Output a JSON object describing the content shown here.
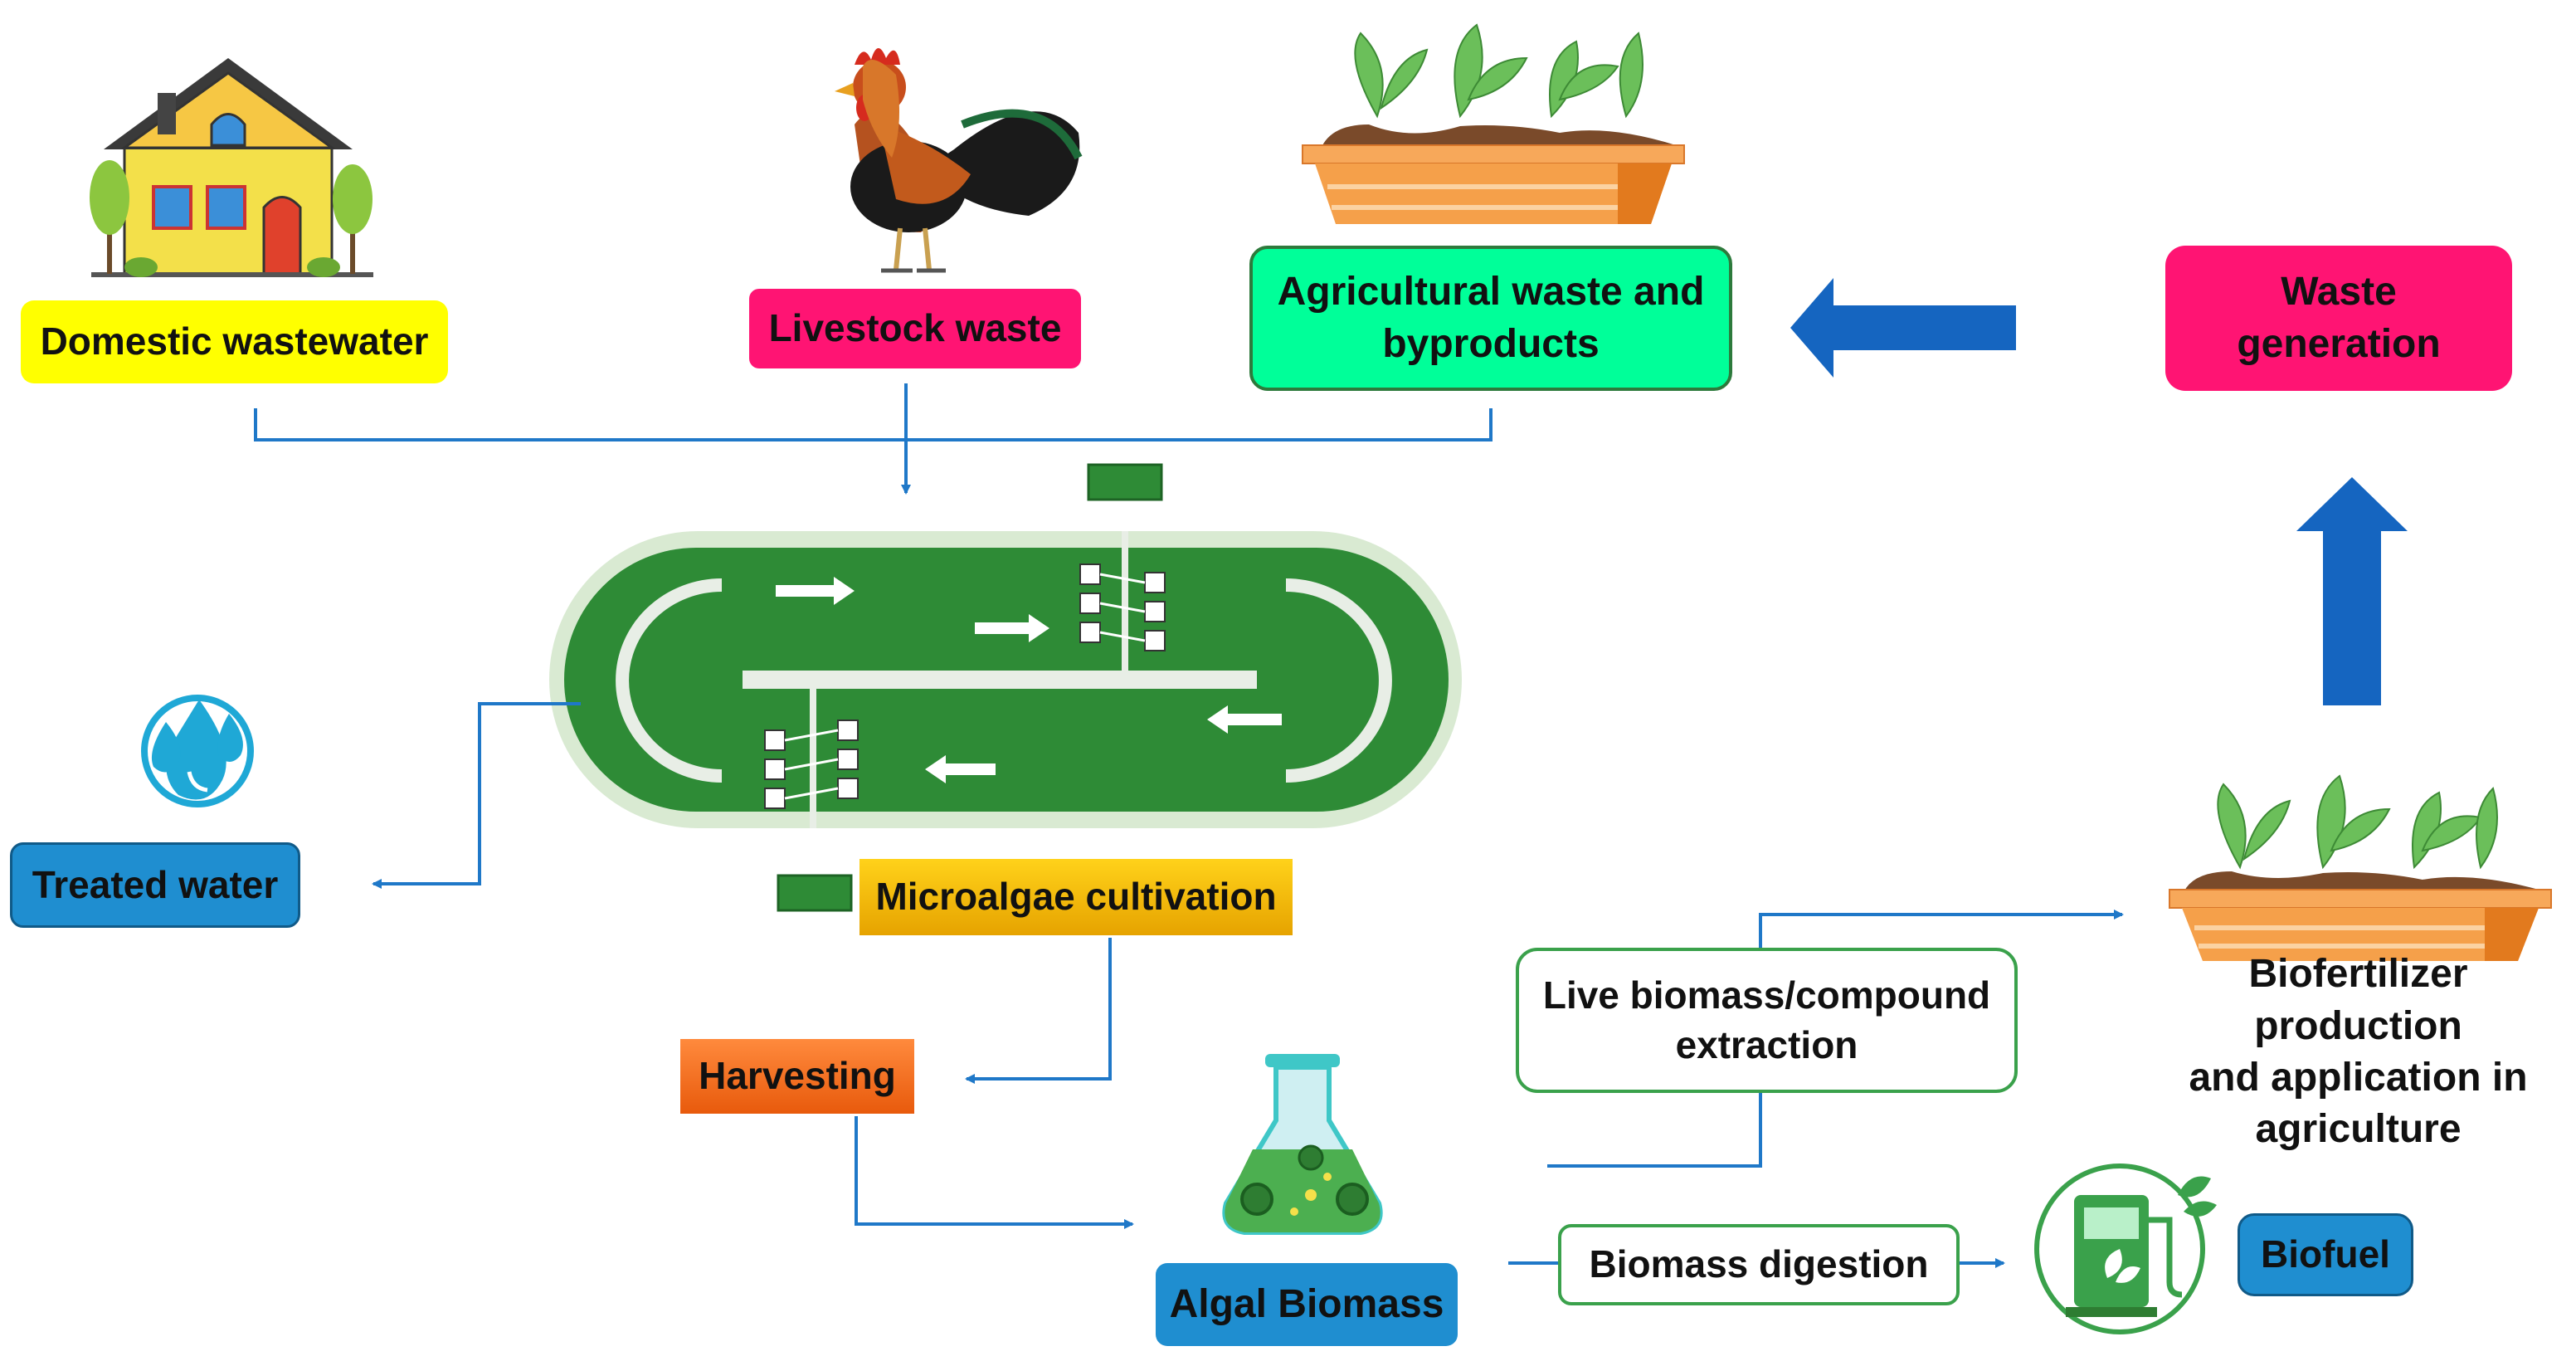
{
  "nodes": {
    "domestic": "Domestic wastewater",
    "livestock": "Livestock waste",
    "agricultural_line1": "Agricultural waste and",
    "agricultural_line2": "byproducts",
    "waste_line1": "Waste",
    "waste_line2": "generation",
    "treated": "Treated water",
    "cultivation": "Microalgae cultivation",
    "harvesting": "Harvesting",
    "algal": "Algal Biomass",
    "live_line1": "Live biomass/compound",
    "live_line2": "extraction",
    "biofert_line1": "Biofertilizer production",
    "biofert_line2": "and application in",
    "biofert_line3": "agriculture",
    "digestion": "Biomass digestion",
    "biofuel": "Biofuel"
  },
  "colors": {
    "flow_line": "#1f78c8",
    "big_arrow": "#1565c0",
    "pond_green": "#2e8b36",
    "pond_rim": "#d9ead2",
    "yellow": "#ffff00",
    "pink": "#ff1473",
    "mint": "#00ff99",
    "blue": "#1f8ed0",
    "gold": "#ffc20e",
    "orange": "#f26b1f"
  }
}
